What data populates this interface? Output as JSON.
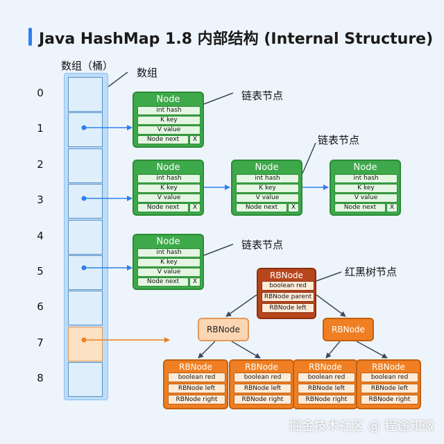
{
  "title": "Java HashMap 1.8 内部结构 (Internal Structure)",
  "labels": {
    "bucket_header": "数组（桶）",
    "array": "数组",
    "list_node_1": "链表节点",
    "list_node_2": "链表节点",
    "list_node_3": "链表节点",
    "rb_node": "红黑树节点"
  },
  "indices": [
    "0",
    "1",
    "2",
    "3",
    "4",
    "5",
    "6",
    "7",
    "8"
  ],
  "node": {
    "title": "Node",
    "fields": [
      "int hash",
      "K key",
      "V value",
      "Node next"
    ],
    "null_mark": "X"
  },
  "rbtree": {
    "root": {
      "title": "RBNode",
      "fields": [
        "boolean red",
        "RBNode parent",
        "RBNode left"
      ]
    },
    "mid_title": "RBNode",
    "leaf": {
      "title": "RBNode",
      "fields": [
        "boolean red",
        "RBNode left",
        "RBNode right"
      ]
    }
  },
  "colors": {
    "title_accent": "#2f80ed",
    "list_node": "#3ea94a",
    "rb_red": "#ef7f22",
    "rb_root": "#b7461d",
    "rb_light": "#fbd6b3",
    "bucket": "#dfeefb",
    "bucket_hot": "#fde1c3",
    "arrow_blue": "#2f80ed",
    "arrow_orange": "#ef7f22"
  },
  "watermark": "掘金技术社区 @ 程途知微"
}
